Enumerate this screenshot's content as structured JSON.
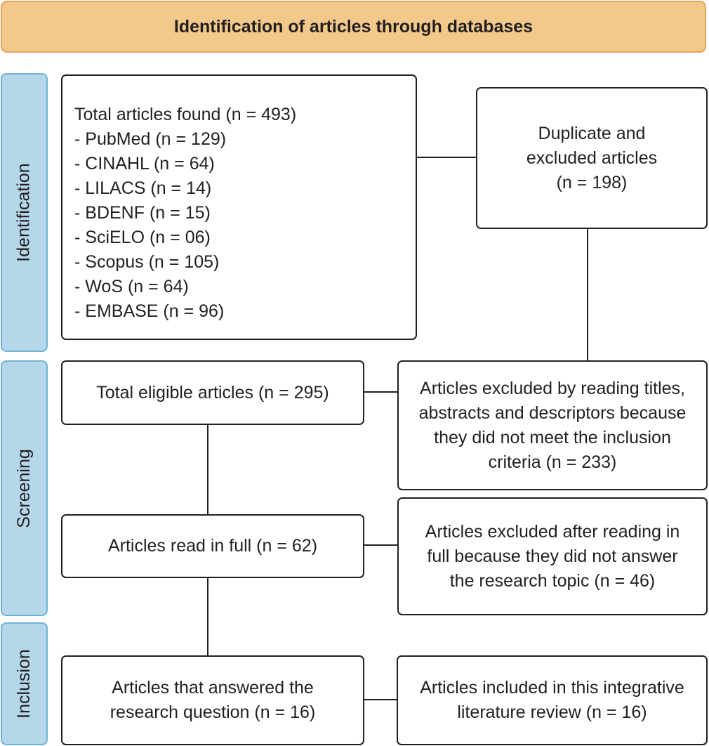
{
  "header": {
    "title": "Identification of articles through databases"
  },
  "phases": {
    "identification": "Identification",
    "screening": "Screening",
    "inclusion": "Inclusion"
  },
  "identification": {
    "found_title": "Total articles found (n = 493)",
    "databases": [
      "- PubMed (n = 129)",
      "- CINAHL (n = 64)",
      "- LILACS (n = 14)",
      "- BDENF (n = 15)",
      "- SciELO (n = 06)",
      "- Scopus (n = 105)",
      "- WoS (n = 64)",
      "- EMBASE (n = 96)"
    ],
    "duplicates": [
      "Duplicate and",
      "excluded articles",
      "(n = 198)"
    ]
  },
  "screening": {
    "eligible": "Total eligible articles (n = 295)",
    "excluded_titles": [
      "Articles excluded by reading titles,",
      "abstracts and descriptors because",
      "they did not meet the inclusion",
      "criteria (n = 233)"
    ],
    "read_full": "Articles read in full (n = 62)",
    "excluded_full": [
      "Articles excluded after reading in",
      "full because they did not answer",
      "the research topic (n = 46)"
    ]
  },
  "inclusion": {
    "answered": [
      "Articles that answered the",
      "research question (n = 16)"
    ],
    "included": [
      "Articles included in this integrative",
      "literature review (n = 16)"
    ]
  }
}
